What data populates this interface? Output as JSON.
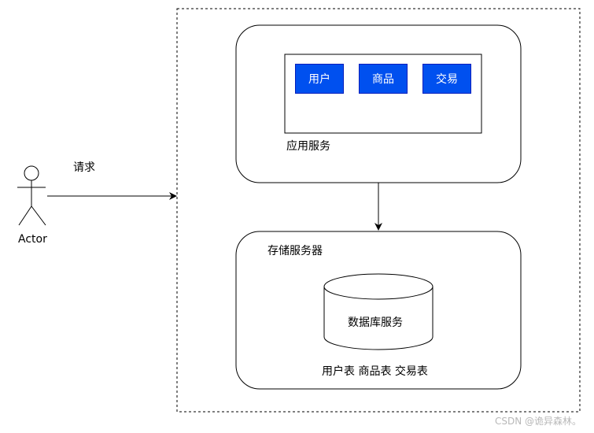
{
  "actor": {
    "label": "Actor"
  },
  "request_edge": {
    "label": "请求"
  },
  "app_service": {
    "label": "应用服务",
    "modules": [
      "用户",
      "商品",
      "交易"
    ],
    "module_color": "#0050ef",
    "module_border_color": "#001dbc"
  },
  "storage_service": {
    "label": "存储服务器",
    "database": {
      "label": "数据库服务"
    },
    "tables_label": "用户表 商品表 交易表"
  },
  "watermark": "CSDN @诡异森林。"
}
